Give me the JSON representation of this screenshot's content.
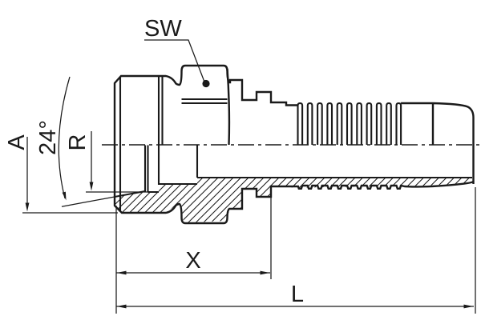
{
  "drawing": {
    "type": "technical-half-section-drawing",
    "labels": {
      "sw": "SW",
      "a": "A",
      "angle": "24°",
      "r": "R",
      "x": "X",
      "l": "L"
    },
    "colors": {
      "line": "#1a1a1a",
      "background": "#ffffff"
    }
  }
}
